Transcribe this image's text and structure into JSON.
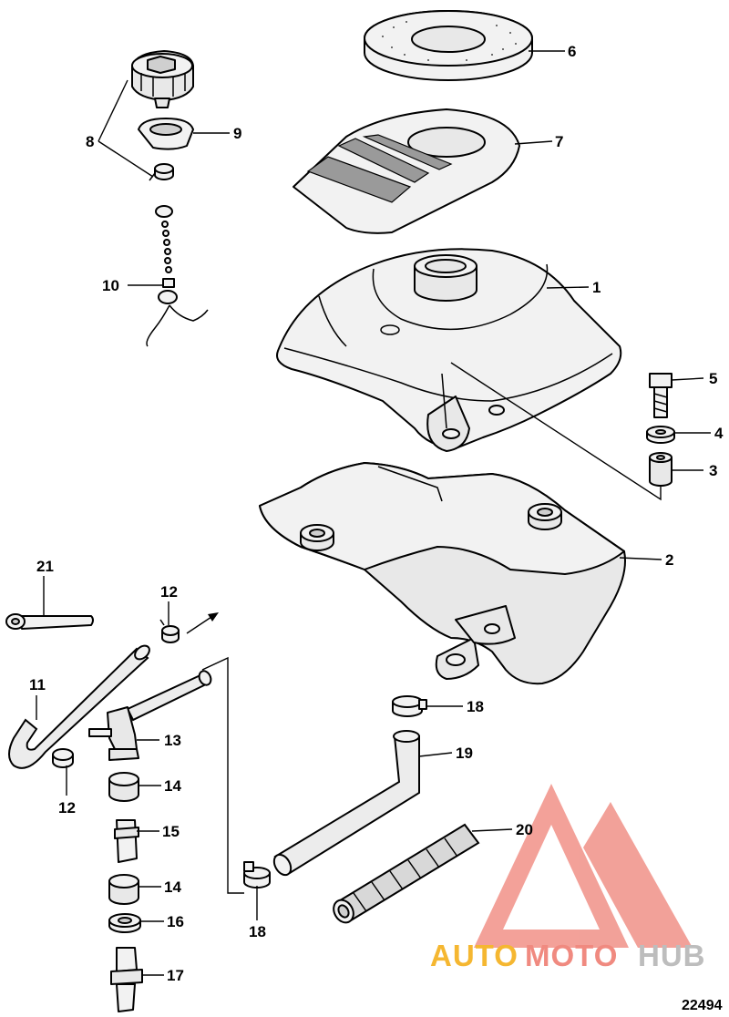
{
  "labels": [
    {
      "id": "1",
      "text": "1"
    },
    {
      "id": "2",
      "text": "2"
    },
    {
      "id": "3",
      "text": "3"
    },
    {
      "id": "4",
      "text": "4"
    },
    {
      "id": "5",
      "text": "5"
    },
    {
      "id": "6",
      "text": "6"
    },
    {
      "id": "7",
      "text": "7"
    },
    {
      "id": "8",
      "text": "8"
    },
    {
      "id": "9",
      "text": "9"
    },
    {
      "id": "10",
      "text": "10"
    },
    {
      "id": "11",
      "text": "11"
    },
    {
      "id": "12a",
      "text": "12"
    },
    {
      "id": "12b",
      "text": "12"
    },
    {
      "id": "13",
      "text": "13"
    },
    {
      "id": "14a",
      "text": "14"
    },
    {
      "id": "14b",
      "text": "14"
    },
    {
      "id": "15",
      "text": "15"
    },
    {
      "id": "16",
      "text": "16"
    },
    {
      "id": "17",
      "text": "17"
    },
    {
      "id": "18a",
      "text": "18"
    },
    {
      "id": "18b",
      "text": "18"
    },
    {
      "id": "19",
      "text": "19"
    },
    {
      "id": "20",
      "text": "20"
    },
    {
      "id": "21",
      "text": "21"
    }
  ],
  "catalog_number": "22494",
  "watermark": {
    "part1": "AUTO",
    "part2": "MOTO",
    "part3": "HUB",
    "color_primary": "#f5b731",
    "color_secondary": "#f08a80",
    "color_tertiary": "#bdbdbd"
  }
}
